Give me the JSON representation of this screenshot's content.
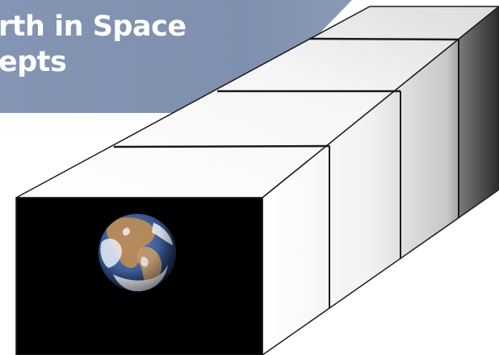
{
  "title": {
    "line1": "rth in Space",
    "line2": "epts"
  },
  "colors": {
    "banner": "#7f8faf",
    "box_front": "#000000",
    "box_outline": "#1a1a1a",
    "box_face": "#ffffff",
    "box_shadow": "#2e2e2e",
    "background": "#ffffff"
  },
  "icons": {
    "earth": "earth-image"
  }
}
